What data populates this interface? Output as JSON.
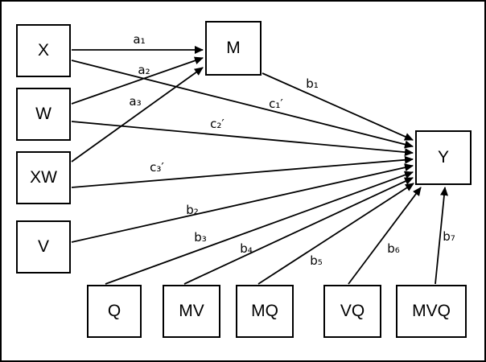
{
  "title": "moderated mediation path diagram",
  "colors": {
    "line": "#000000",
    "box_border": "#000000",
    "background": "#ffffff"
  },
  "boxes": [
    {
      "id": "X",
      "label": "X"
    },
    {
      "id": "W",
      "label": "W"
    },
    {
      "id": "XW",
      "label": "XW"
    },
    {
      "id": "V",
      "label": "V"
    },
    {
      "id": "M",
      "label": "M"
    },
    {
      "id": "Y",
      "label": "Y"
    },
    {
      "id": "Q",
      "label": "Q"
    },
    {
      "id": "MV",
      "label": "MV"
    },
    {
      "id": "MQ",
      "label": "MQ"
    },
    {
      "id": "VQ",
      "label": "VQ"
    },
    {
      "id": "MVQ",
      "label": "MVQ"
    }
  ],
  "edges": [
    {
      "from": "X",
      "to": "M",
      "label": "a₁"
    },
    {
      "from": "W",
      "to": "M",
      "label": "a₂"
    },
    {
      "from": "XW",
      "to": "M",
      "label": "a₃"
    },
    {
      "from": "M",
      "to": "Y",
      "label": "b₁"
    },
    {
      "from": "X",
      "to": "Y",
      "label": "c₁′"
    },
    {
      "from": "W",
      "to": "Y",
      "label": "c₂′"
    },
    {
      "from": "XW",
      "to": "Y",
      "label": "c₃′"
    },
    {
      "from": "V",
      "to": "Y",
      "label": "b₂"
    },
    {
      "from": "Q",
      "to": "Y",
      "label": "b₃"
    },
    {
      "from": "MV",
      "to": "Y",
      "label": "b₄"
    },
    {
      "from": "MQ",
      "to": "Y",
      "label": "b₅"
    },
    {
      "from": "VQ",
      "to": "Y",
      "label": "b₆"
    },
    {
      "from": "MVQ",
      "to": "Y",
      "label": "b₇"
    }
  ]
}
